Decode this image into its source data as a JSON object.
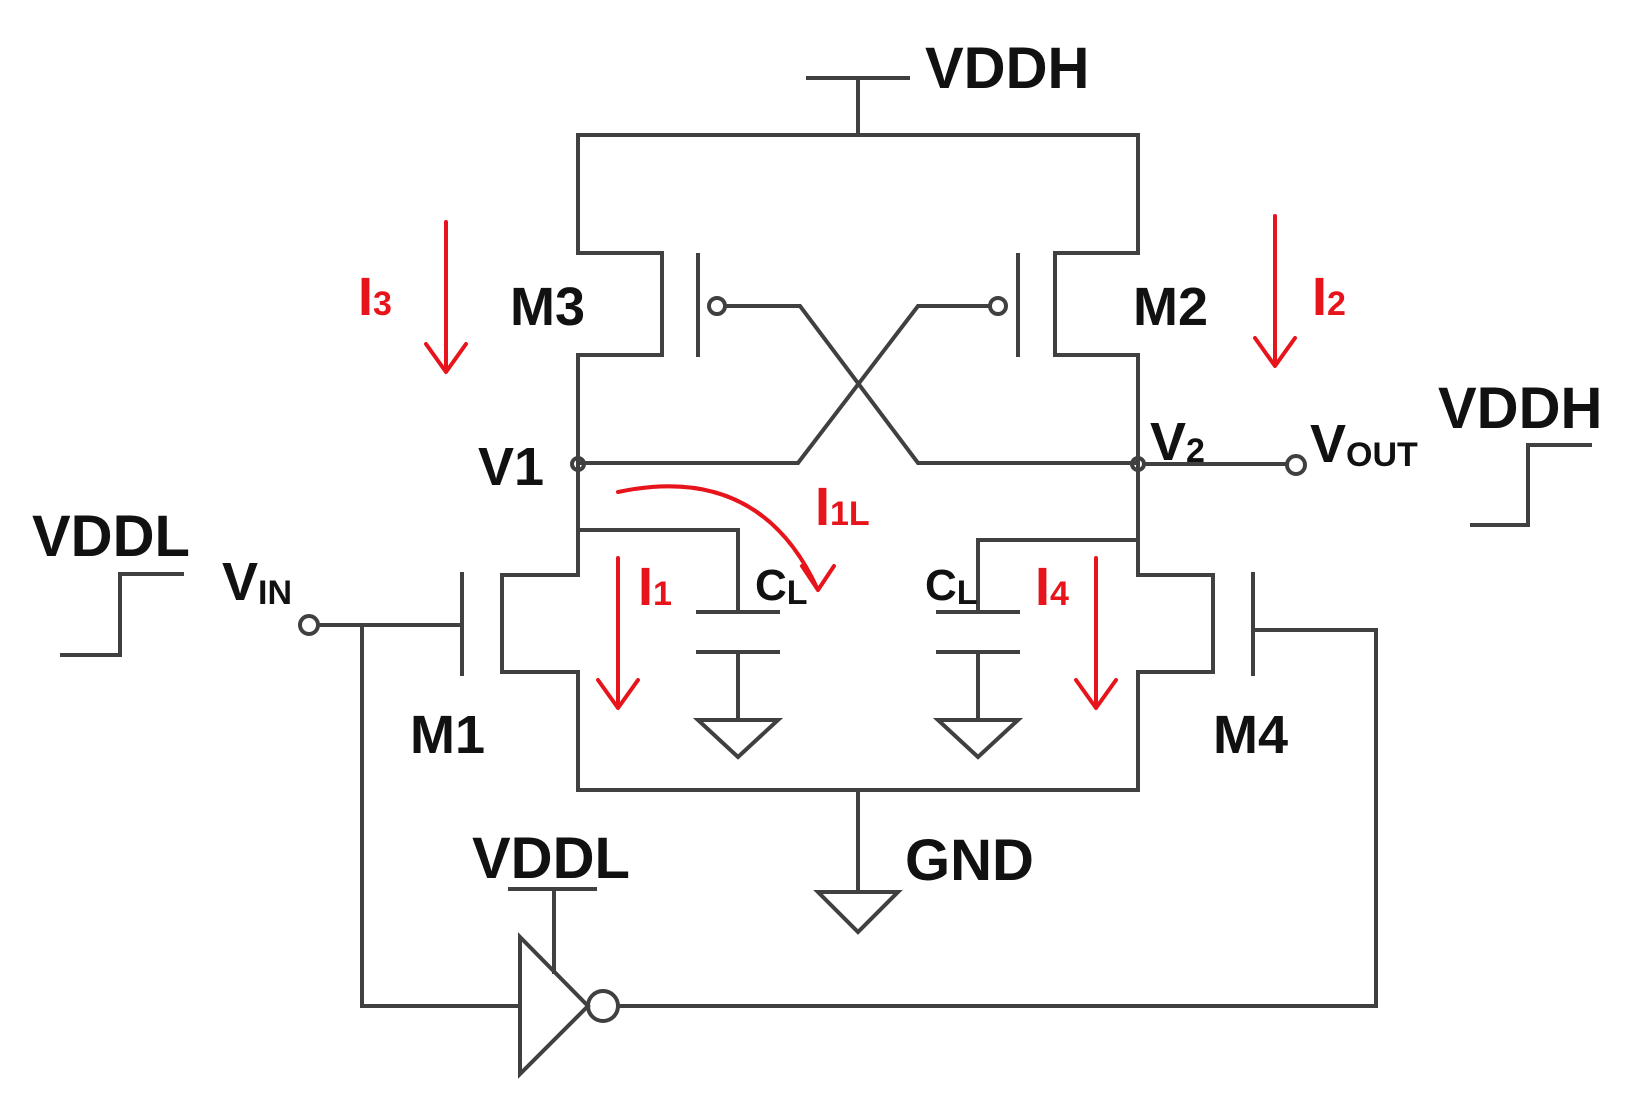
{
  "labels": {
    "vddh_top": "VDDH",
    "vddh_right": "VDDH",
    "vddl_left": "VDDL",
    "vddl_inverter": "VDDL",
    "gnd": "GND",
    "m1": "M1",
    "m2": "M2",
    "m3": "M3",
    "m4": "M4",
    "v1": "V1",
    "v2_main": "V",
    "v2_sub": "2",
    "vin_main": "V",
    "vin_sub": "IN",
    "vout_main": "V",
    "vout_sub": "OUT",
    "cl_left_main": "C",
    "cl_left_sub": "L",
    "cl_right_main": "C",
    "cl_right_sub": "L"
  },
  "currents": {
    "i1_main": "I",
    "i1_sub": "1",
    "i2_main": "I",
    "i2_sub": "2",
    "i3_main": "I",
    "i3_sub": "3",
    "i4_main": "I",
    "i4_sub": "4",
    "i1l_main": "I",
    "i1l_sub": "1L"
  },
  "colors": {
    "wire": "#404040",
    "current_arrow": "#e8141b",
    "text": "#111111"
  }
}
